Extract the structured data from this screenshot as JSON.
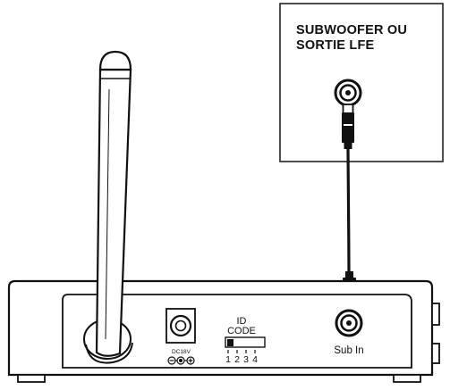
{
  "source_box": {
    "title_line1": "SUBWOOFER OU",
    "title_line2": "SORTIE LFE"
  },
  "receiver": {
    "power_label": "DC18V",
    "id_code_line1": "ID",
    "id_code_line2": "CODE",
    "dip_numbers": [
      "1",
      "2",
      "3",
      "4"
    ],
    "sub_in_label": "Sub In"
  }
}
